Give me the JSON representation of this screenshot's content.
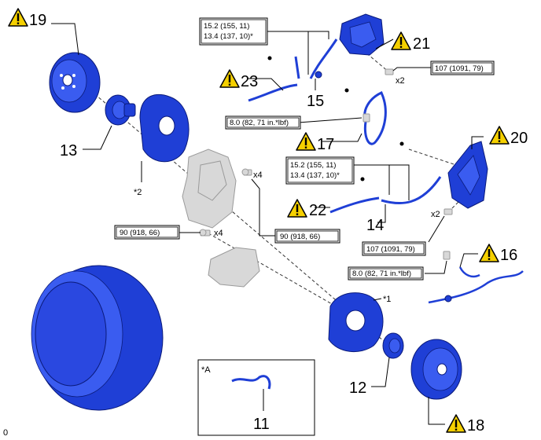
{
  "labels": {
    "n19": "19",
    "n13": "13",
    "n2": "*2",
    "n21": "21",
    "n23": "23",
    "n15": "15",
    "n17": "17",
    "n20": "20",
    "n22": "22",
    "n14": "14",
    "n16": "16",
    "n1": "*1",
    "n12": "12",
    "n18": "18",
    "n11": "11",
    "nA": "*A",
    "zero": "0"
  },
  "qty": {
    "x2a": "x2",
    "x4a": "x4",
    "x2b": "x2",
    "x4b": "x4"
  },
  "torque": {
    "t15_line1": "15.2 (155, 11)",
    "t15_line2": "13.4 (137, 10)*",
    "t21": "107 (1091, 79)",
    "t17": "8.0 (82, 71 in.*lbf)",
    "t14_line1": "15.2 (155, 11)",
    "t14_line2": "13.4 (137, 10)*",
    "t_left90": "90 (918, 66)",
    "t_mid90": "90 (918, 66)",
    "t20": "107 (1091, 79)",
    "t16": "8.0 (82, 71 in.*lbf)"
  },
  "colors": {
    "part": "#1f3fd6",
    "warning": "#f5d000"
  }
}
